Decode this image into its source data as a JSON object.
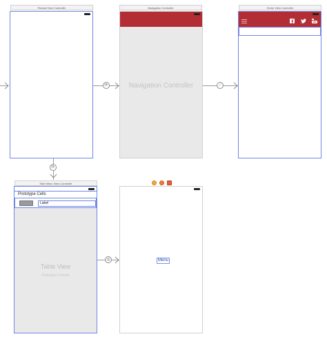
{
  "scenes": {
    "reveal": {
      "title": "Reveal View Controller"
    },
    "navigation": {
      "title": "Navigation Controller",
      "placeholder": "Navigation Controller"
    },
    "home": {
      "title": "Home View Controller"
    },
    "sidemenu": {
      "title": "Side Menu View Controller",
      "prototype_cells_label": "Prototype Cells",
      "cell_label": "Label",
      "table_view_label": "Table View",
      "prototype_content_label": "Prototype Content"
    },
    "menuscene": {
      "menu_label": "Menu"
    }
  },
  "colors": {
    "nav_bar": "#b32d35",
    "selection_border": "#6f86e6",
    "placeholder_bg": "#e9e9e9"
  },
  "icons": {
    "hamburger": "hamburger-menu-icon",
    "facebook": "facebook-icon",
    "twitter": "twitter-icon",
    "youtube": "youtube-icon"
  }
}
